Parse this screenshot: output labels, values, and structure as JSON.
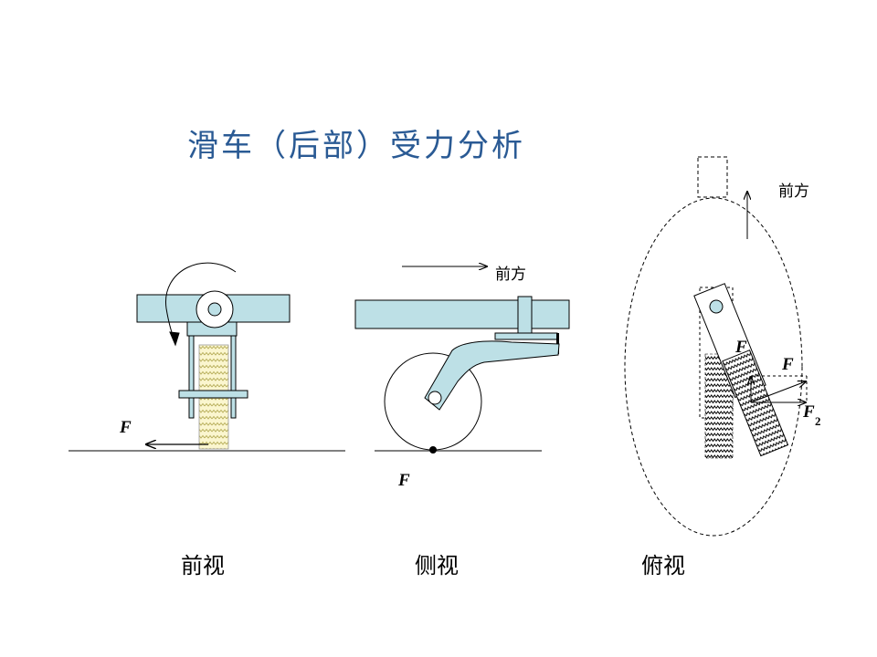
{
  "title": "滑车（后部）受力分析",
  "views": {
    "front": {
      "label": "前视",
      "force": "F"
    },
    "side": {
      "label": "侧视",
      "direction": "前方",
      "force": "F"
    },
    "top": {
      "label": "俯视",
      "direction": "前方",
      "force_top": "F",
      "force_right": "F",
      "force_resultant": "F",
      "force_resultant_sub": "2"
    }
  },
  "colors": {
    "frame": "#bde0e6",
    "title": "#2a5a94",
    "pad_pattern": "#d8d07a"
  }
}
